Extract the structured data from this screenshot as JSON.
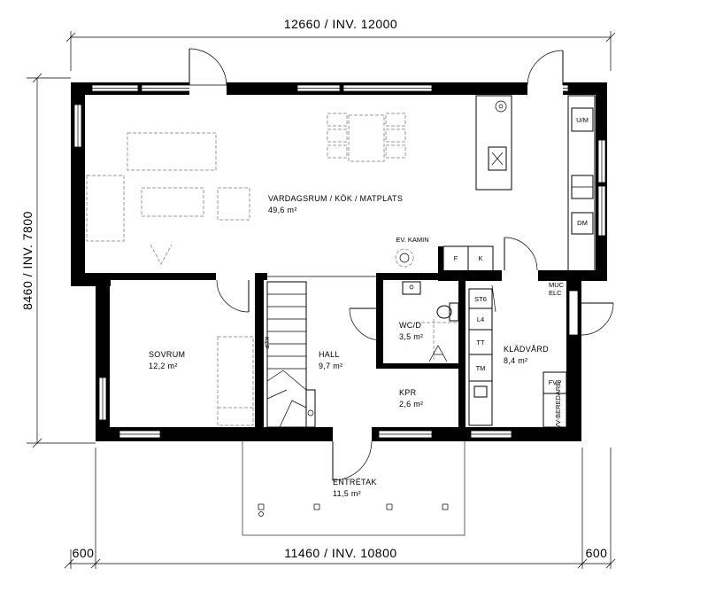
{
  "dimensions": {
    "top": "12660 / INV. 12000",
    "bottom": "11460 / INV. 10800",
    "left": "8460 / INV. 7800",
    "bottom_left": "600",
    "bottom_right": "600"
  },
  "rooms": {
    "living": {
      "name": "VARDAGSRUM / KÖK / MATPLATS",
      "area": "49,6 m²"
    },
    "bedroom": {
      "name": "SOVRUM",
      "area": "12,2 m²"
    },
    "hall": {
      "name": "HALL",
      "area": "9,7 m²"
    },
    "wc": {
      "name": "WC/D",
      "area": "3,5 m²"
    },
    "kpr": {
      "name": "KPR",
      "area": "2,6 m²"
    },
    "closet": {
      "name": "KLÄDVÅRD",
      "area": "8,4 m²"
    },
    "entry": {
      "name": "ENTRÉTAK",
      "area": "11,5 m²"
    }
  },
  "labels": {
    "kamin": "EV. KAMIN",
    "um": "U/M",
    "dm": "DM",
    "fridge": "F",
    "freezer": "K",
    "muc": "MUC",
    "elc": "ELC",
    "st6": "ST6",
    "l4": "L4",
    "tt": "TT",
    "tm": "TM",
    "fvp": "FVP",
    "klf": "KLF",
    "vvb": "VV-BEREDARE"
  }
}
